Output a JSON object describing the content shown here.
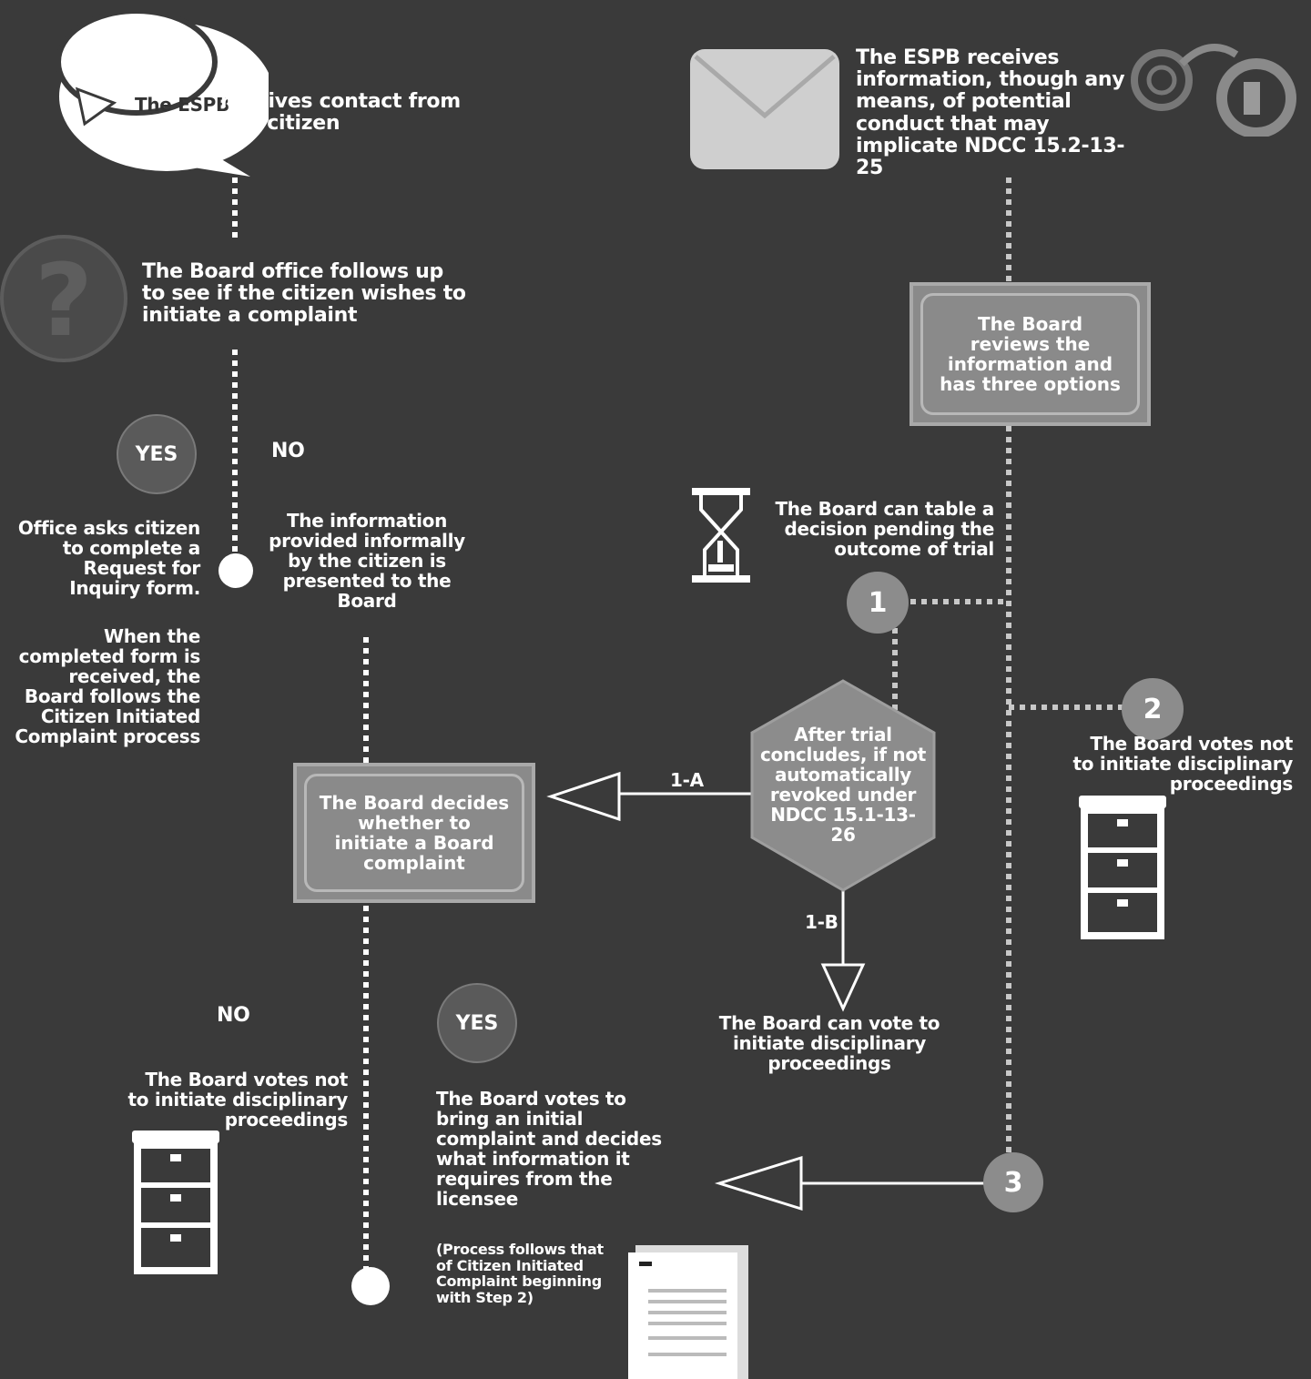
{
  "left_flow": {
    "start_text_a": "The ESPB",
    "start_text_b": "receives contact from any citizen",
    "followup": "The Board office follows up to see if the citizen wishes to initiate a complaint",
    "yes_label": "YES",
    "no_label": "NO",
    "office_asks": "Office asks citizen to complete a Request for Inquiry form.",
    "when_completed": "When the completed form is received, the Board follows the Citizen Initiated Complaint process",
    "info_presented": "The information provided informally by the citizen is presented to the Board",
    "board_decides": "The Board decides whether to initiate a Board complaint",
    "no2_label": "NO",
    "yes2_label": "YES",
    "votes_not": "The Board votes not to initiate disciplinary proceedings",
    "votes_bring": "The Board votes to bring an initial complaint and decides what information it requires from the licensee",
    "process_follows": "(Process follows that of Citizen Initiated Complaint beginning with Step 2)"
  },
  "right_flow": {
    "receives_info": "The ESPB receives information, though any means, of potential conduct that may implicate NDCC 15.2-13-25",
    "reviews": "The Board reviews the information and has three options",
    "table_decision": "The Board can table a decision pending the outcome of trial",
    "option1": "1",
    "option2": "2",
    "option3": "3",
    "after_trial": "After trial concludes, if not automatically revoked under NDCC 15.1-13-26",
    "label_1a": "1-A",
    "label_1b": "1-B",
    "votes_not_right": "The Board votes not to initiate disciplinary proceedings",
    "can_vote": "The Board can vote to initiate disciplinary proceedings"
  },
  "icons": [
    "speech-bubbles-icon",
    "envelope-icon",
    "handcuffs-icon",
    "question-mark-icon",
    "hourglass-icon",
    "filing-cabinet-icon",
    "document-icon"
  ]
}
